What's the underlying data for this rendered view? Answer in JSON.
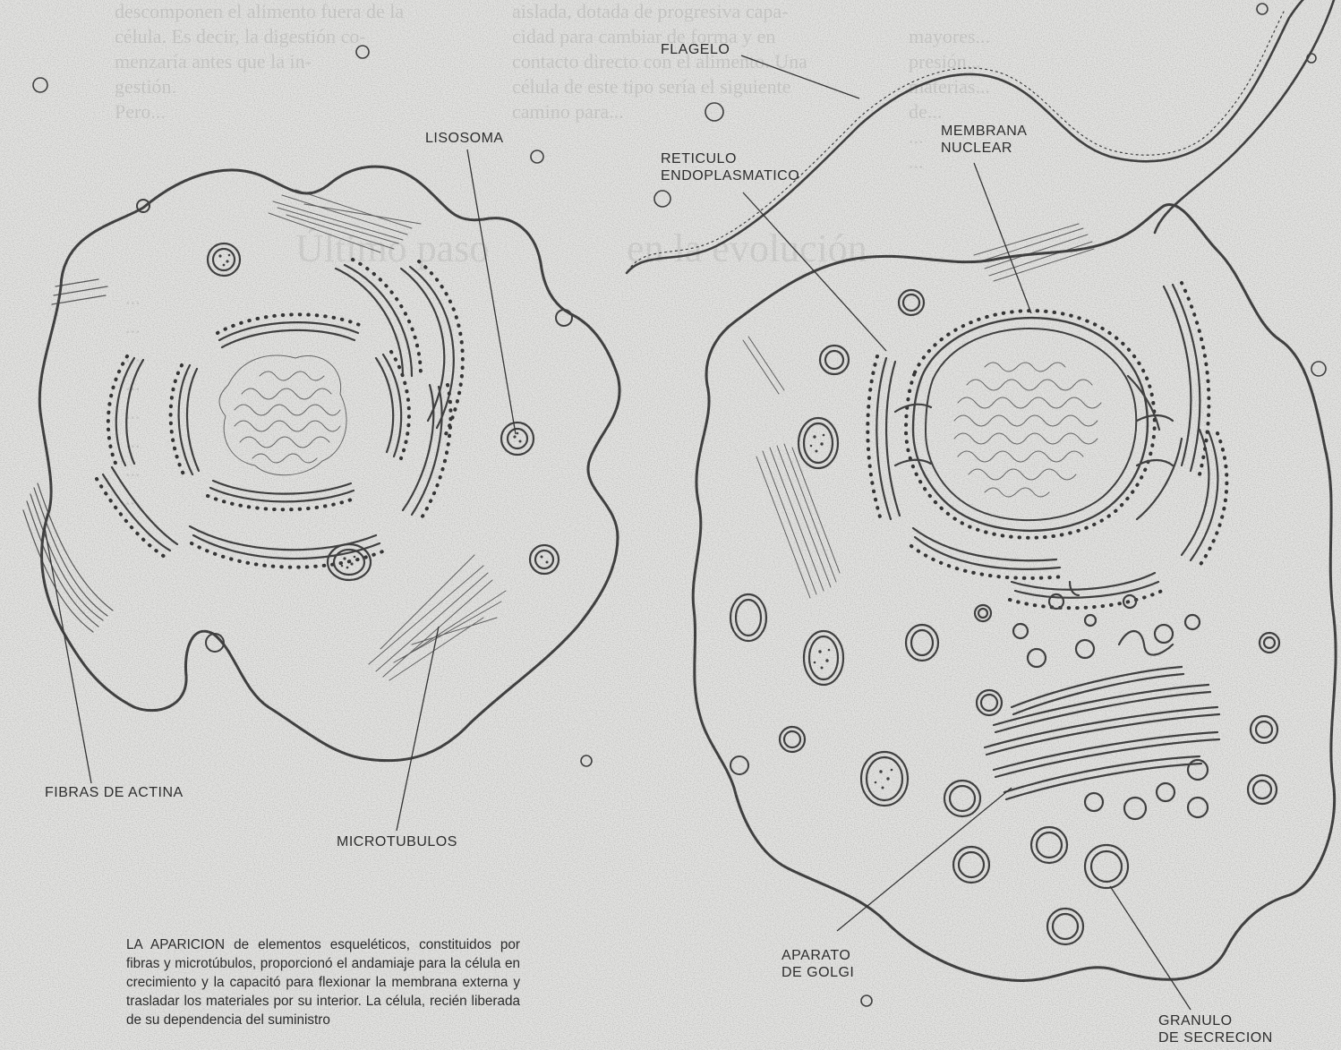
{
  "labels": {
    "flagelo": "FLAGELO",
    "lisosoma": "LISOSOMA",
    "reticulo_1": "RETICULO",
    "reticulo_2": "ENDOPLASMATICO",
    "membrana_1": "MEMBRANA",
    "membrana_2": "NUCLEAR",
    "fibras": "FIBRAS DE ACTINA",
    "microtubulos": "MICROTUBULOS",
    "aparato_1": "APARATO",
    "aparato_2": "DE GOLGI",
    "granulo_1": "GRANULO",
    "granulo_2": "DE SECRECION"
  },
  "caption": "LA APARICION de elementos esqueléticos, constituidos por fibras y microtúbulos, proporcionó el andamiaje para la célula en crecimiento y la capacitó para flexionar la membrana externa y trasladar los materiales por su interior. La célula, recién liberada de su dependencia del suministro",
  "colors": {
    "background": "#e4e4e2",
    "ink": "#3a3a3a",
    "bleed_text": "#b9b9b7"
  }
}
